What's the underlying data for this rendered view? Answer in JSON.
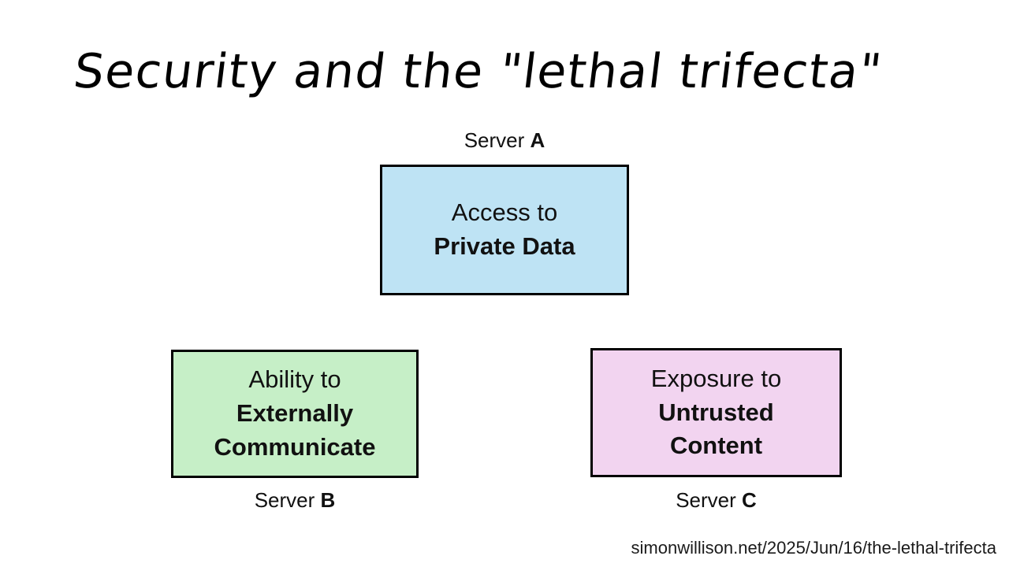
{
  "slide": {
    "title": "Security and the \"lethal trifecta\"",
    "background_color": "#ffffff",
    "footer_url": "simonwillison.net/2025/Jun/16/the-lethal-trifecta"
  },
  "diagram": {
    "nodes": [
      {
        "id": "a",
        "caption_prefix": "Server ",
        "caption_letter": "A",
        "caption_position": "above",
        "line1": "Access to",
        "line2": "Private Data",
        "fill_color": "#bee3f4",
        "border_color": "#000000"
      },
      {
        "id": "b",
        "caption_prefix": "Server ",
        "caption_letter": "B",
        "caption_position": "below",
        "line1": "Ability to",
        "line2": "Externally",
        "line3": "Communicate",
        "fill_color": "#c6efc7",
        "border_color": "#000000"
      },
      {
        "id": "c",
        "caption_prefix": "Server ",
        "caption_letter": "C",
        "caption_position": "below",
        "line1": "Exposure to",
        "line2": "Untrusted",
        "line3": "Content",
        "fill_color": "#f2d4f0",
        "border_color": "#000000"
      }
    ]
  }
}
